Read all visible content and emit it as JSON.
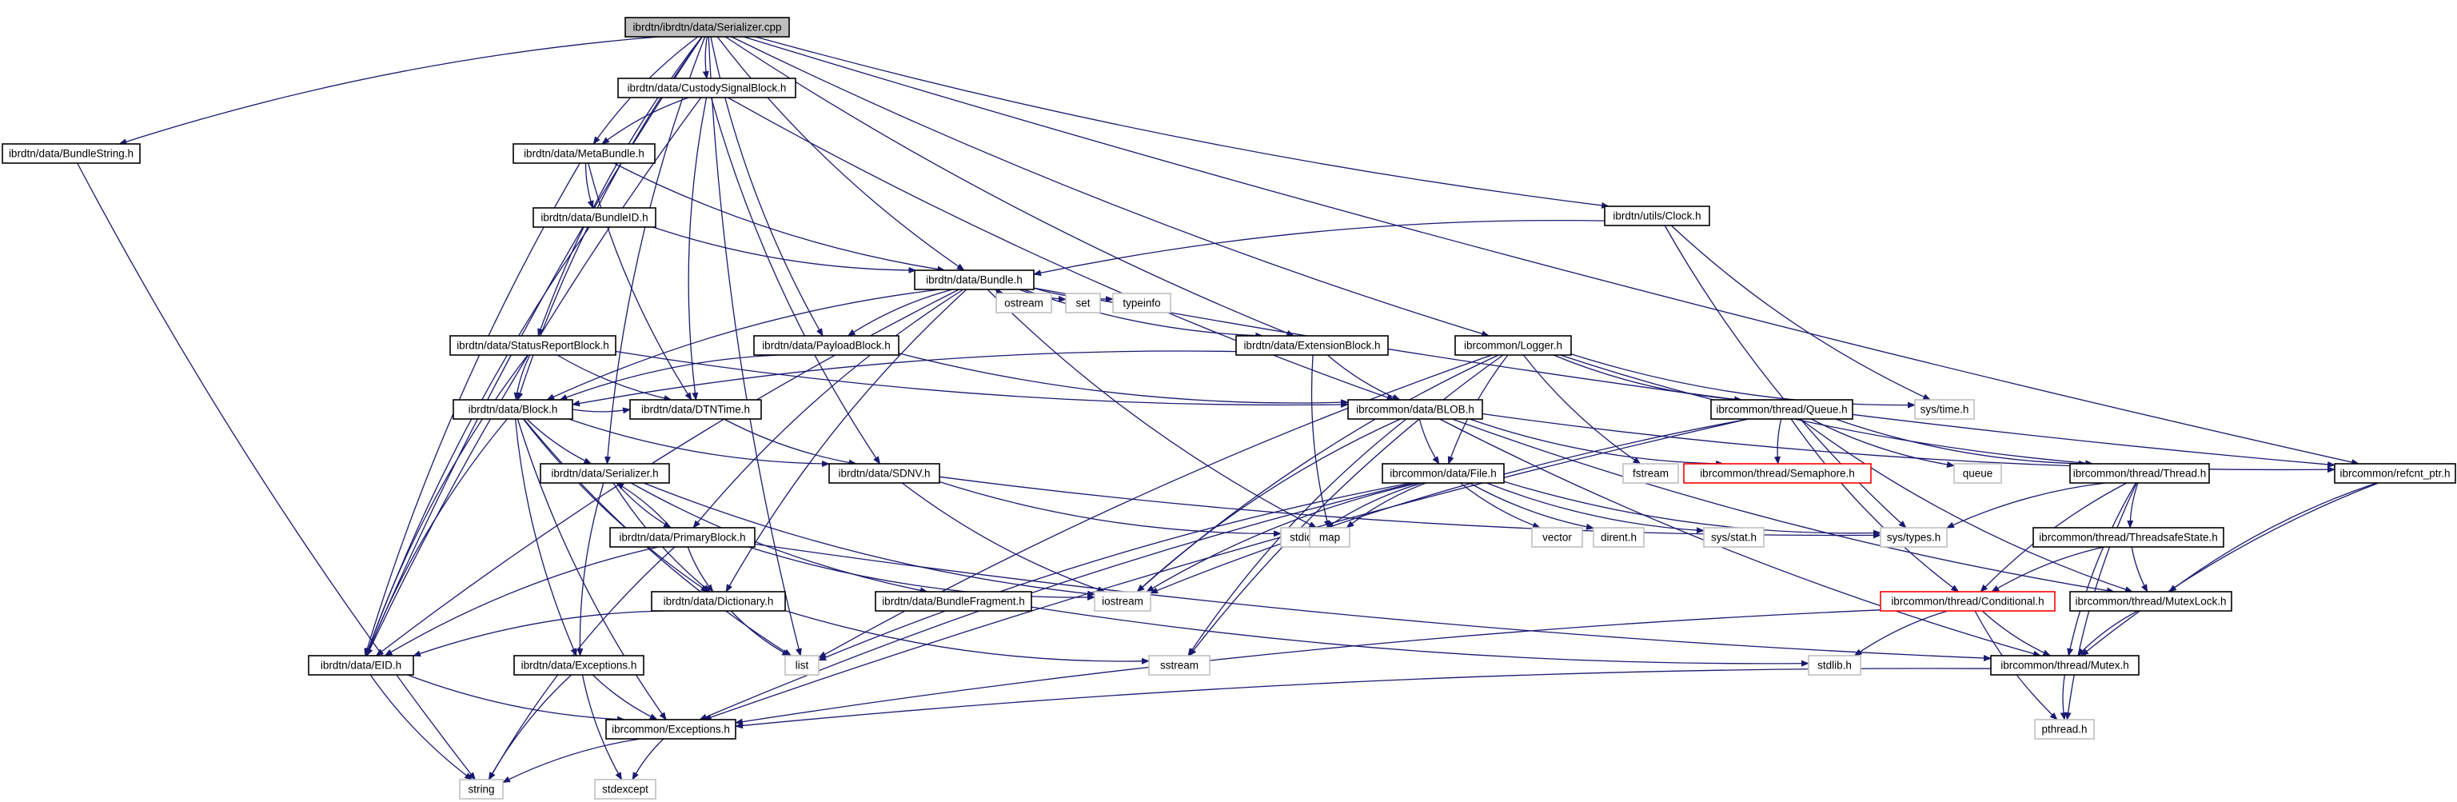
{
  "title": "ibrdtn/ibrdtn/data/Serializer.cpp",
  "colors": {
    "edge": "#191970",
    "box_normal": "#000000",
    "box_external": "#bfbfbf",
    "box_truncated": "#ff0000",
    "root_fill": "#bfbfbf",
    "label": "#000000"
  },
  "nodes": [
    {
      "id": "root",
      "label": "ibrdtn/ibrdtn/data/Serializer.cpp",
      "kind": "root"
    },
    {
      "id": "bundlestring",
      "label": "ibrdtn/data/BundleString.h",
      "kind": "normal"
    },
    {
      "id": "custodysignal",
      "label": "ibrdtn/data/CustodySignalBlock.h",
      "kind": "normal"
    },
    {
      "id": "metabundle",
      "label": "ibrdtn/data/MetaBundle.h",
      "kind": "normal"
    },
    {
      "id": "bundleid",
      "label": "ibrdtn/data/BundleID.h",
      "kind": "normal"
    },
    {
      "id": "clock",
      "label": "ibrdtn/utils/Clock.h",
      "kind": "normal"
    },
    {
      "id": "bundle",
      "label": "ibrdtn/data/Bundle.h",
      "kind": "normal"
    },
    {
      "id": "statusreport",
      "label": "ibrdtn/data/StatusReportBlock.h",
      "kind": "normal"
    },
    {
      "id": "payloadblock",
      "label": "ibrdtn/data/PayloadBlock.h",
      "kind": "normal"
    },
    {
      "id": "ostream",
      "label": "ostream",
      "kind": "external"
    },
    {
      "id": "set",
      "label": "set",
      "kind": "external"
    },
    {
      "id": "typeinfo",
      "label": "typeinfo",
      "kind": "external"
    },
    {
      "id": "extensionblock",
      "label": "ibrdtn/data/ExtensionBlock.h",
      "kind": "normal"
    },
    {
      "id": "logger",
      "label": "ibrcommon/Logger.h",
      "kind": "normal"
    },
    {
      "id": "systime",
      "label": "sys/time.h",
      "kind": "external"
    },
    {
      "id": "block",
      "label": "ibrdtn/data/Block.h",
      "kind": "normal"
    },
    {
      "id": "dtntime",
      "label": "ibrdtn/data/DTNTime.h",
      "kind": "normal"
    },
    {
      "id": "blob",
      "label": "ibrcommon/data/BLOB.h",
      "kind": "normal"
    },
    {
      "id": "queue",
      "label": "ibrcommon/thread/Queue.h",
      "kind": "normal"
    },
    {
      "id": "refcnt",
      "label": "ibrcommon/refcnt_ptr.h",
      "kind": "normal"
    },
    {
      "id": "serializerh",
      "label": "ibrdtn/data/Serializer.h",
      "kind": "normal"
    },
    {
      "id": "sdnv",
      "label": "ibrdtn/data/SDNV.h",
      "kind": "normal"
    },
    {
      "id": "file",
      "label": "ibrcommon/data/File.h",
      "kind": "normal"
    },
    {
      "id": "fstream",
      "label": "fstream",
      "kind": "external"
    },
    {
      "id": "semaphore",
      "label": "ibrcommon/thread/Semaphore.h",
      "kind": "truncated"
    },
    {
      "id": "queuestd",
      "label": "queue",
      "kind": "external"
    },
    {
      "id": "thread",
      "label": "ibrcommon/thread/Thread.h",
      "kind": "normal"
    },
    {
      "id": "primaryblock",
      "label": "ibrdtn/data/PrimaryBlock.h",
      "kind": "normal"
    },
    {
      "id": "stdio",
      "label": "stdio.h",
      "kind": "external"
    },
    {
      "id": "map",
      "label": "map",
      "kind": "external"
    },
    {
      "id": "vector",
      "label": "vector",
      "kind": "external"
    },
    {
      "id": "dirent",
      "label": "dirent.h",
      "kind": "external"
    },
    {
      "id": "sysstat",
      "label": "sys/stat.h",
      "kind": "external"
    },
    {
      "id": "systypes",
      "label": "sys/types.h",
      "kind": "external"
    },
    {
      "id": "threadsafe",
      "label": "ibrcommon/thread/ThreadsafeState.h",
      "kind": "normal"
    },
    {
      "id": "dictionary",
      "label": "ibrdtn/data/Dictionary.h",
      "kind": "normal"
    },
    {
      "id": "bundlefragment",
      "label": "ibrdtn/data/BundleFragment.h",
      "kind": "normal"
    },
    {
      "id": "iostream",
      "label": "iostream",
      "kind": "external"
    },
    {
      "id": "conditional",
      "label": "ibrcommon/thread/Conditional.h",
      "kind": "truncated"
    },
    {
      "id": "mutexlock",
      "label": "ibrcommon/thread/MutexLock.h",
      "kind": "normal"
    },
    {
      "id": "eid",
      "label": "ibrdtn/data/EID.h",
      "kind": "normal"
    },
    {
      "id": "exceptionsdtn",
      "label": "ibrdtn/data/Exceptions.h",
      "kind": "normal"
    },
    {
      "id": "list",
      "label": "list",
      "kind": "external"
    },
    {
      "id": "sstream",
      "label": "sstream",
      "kind": "external"
    },
    {
      "id": "stdlib",
      "label": "stdlib.h",
      "kind": "external"
    },
    {
      "id": "mutex",
      "label": "ibrcommon/thread/Mutex.h",
      "kind": "normal"
    },
    {
      "id": "exceptionscommon",
      "label": "ibrcommon/Exceptions.h",
      "kind": "normal"
    },
    {
      "id": "pthread",
      "label": "pthread.h",
      "kind": "external"
    },
    {
      "id": "string",
      "label": "string",
      "kind": "external"
    },
    {
      "id": "stdexcept",
      "label": "stdexcept",
      "kind": "external"
    }
  ],
  "edges": [
    [
      "root",
      "bundlestring"
    ],
    [
      "root",
      "custodysignal"
    ],
    [
      "root",
      "metabundle"
    ],
    [
      "root",
      "bundle"
    ],
    [
      "root",
      "statusreport"
    ],
    [
      "root",
      "payloadblock"
    ],
    [
      "root",
      "extensionblock"
    ],
    [
      "root",
      "logger"
    ],
    [
      "root",
      "clock"
    ],
    [
      "root",
      "refcnt"
    ],
    [
      "root",
      "block"
    ],
    [
      "root",
      "serializerh"
    ],
    [
      "root",
      "eid"
    ],
    [
      "root",
      "list"
    ],
    [
      "bundlestring",
      "string"
    ],
    [
      "custodysignal",
      "metabundle"
    ],
    [
      "custodysignal",
      "dtntime"
    ],
    [
      "custodysignal",
      "sdnv"
    ],
    [
      "custodysignal",
      "blob"
    ],
    [
      "custodysignal",
      "eid"
    ],
    [
      "metabundle",
      "bundleid"
    ],
    [
      "metabundle",
      "bundle"
    ],
    [
      "metabundle",
      "dtntime"
    ],
    [
      "metabundle",
      "eid"
    ],
    [
      "bundleid",
      "bundle"
    ],
    [
      "bundleid",
      "eid"
    ],
    [
      "clock",
      "bundle"
    ],
    [
      "clock",
      "systime"
    ],
    [
      "clock",
      "systypes"
    ],
    [
      "bundle",
      "block"
    ],
    [
      "bundle",
      "payloadblock"
    ],
    [
      "bundle",
      "ostream"
    ],
    [
      "bundle",
      "set"
    ],
    [
      "bundle",
      "typeinfo"
    ],
    [
      "bundle",
      "extensionblock"
    ],
    [
      "bundle",
      "refcnt"
    ],
    [
      "bundle",
      "map"
    ],
    [
      "bundle",
      "primaryblock"
    ],
    [
      "bundle",
      "dictionary"
    ],
    [
      "bundle",
      "eid"
    ],
    [
      "statusreport",
      "block"
    ],
    [
      "statusreport",
      "dtntime"
    ],
    [
      "statusreport",
      "blob"
    ],
    [
      "statusreport",
      "eid"
    ],
    [
      "payloadblock",
      "block"
    ],
    [
      "payloadblock",
      "blob"
    ],
    [
      "extensionblock",
      "block"
    ],
    [
      "extensionblock",
      "blob"
    ],
    [
      "extensionblock",
      "map"
    ],
    [
      "logger",
      "queue"
    ],
    [
      "logger",
      "thread"
    ],
    [
      "logger",
      "systime"
    ],
    [
      "logger",
      "fstream"
    ],
    [
      "logger",
      "iostream"
    ],
    [
      "logger",
      "sstream"
    ],
    [
      "logger",
      "list"
    ],
    [
      "logger",
      "file"
    ],
    [
      "block",
      "dtntime"
    ],
    [
      "block",
      "sdnv"
    ],
    [
      "block",
      "serializerh"
    ],
    [
      "block",
      "exceptionsdtn"
    ],
    [
      "block",
      "exceptionscommon"
    ],
    [
      "block",
      "dictionary"
    ],
    [
      "block",
      "list"
    ],
    [
      "block",
      "eid"
    ],
    [
      "dtntime",
      "sdnv"
    ],
    [
      "blob",
      "file"
    ],
    [
      "blob",
      "semaphore"
    ],
    [
      "blob",
      "refcnt"
    ],
    [
      "blob",
      "mutex"
    ],
    [
      "blob",
      "iostream"
    ],
    [
      "blob",
      "sstream"
    ],
    [
      "blob",
      "mutexlock"
    ],
    [
      "queue",
      "semaphore"
    ],
    [
      "queue",
      "conditional"
    ],
    [
      "queue",
      "queuestd"
    ],
    [
      "queue",
      "thread"
    ],
    [
      "queue",
      "mutexlock"
    ],
    [
      "queue",
      "exceptionscommon"
    ],
    [
      "queue",
      "iostream"
    ],
    [
      "refcnt",
      "mutex"
    ],
    [
      "refcnt",
      "mutexlock"
    ],
    [
      "serializerh",
      "primaryblock"
    ],
    [
      "serializerh",
      "bundlefragment"
    ],
    [
      "serializerh",
      "exceptionsdtn"
    ],
    [
      "serializerh",
      "dictionary"
    ],
    [
      "serializerh",
      "iostream"
    ],
    [
      "sdnv",
      "iostream"
    ],
    [
      "sdnv",
      "stdio"
    ],
    [
      "sdnv",
      "systypes"
    ],
    [
      "file",
      "stdio"
    ],
    [
      "file",
      "map"
    ],
    [
      "file",
      "vector"
    ],
    [
      "file",
      "dirent"
    ],
    [
      "file",
      "sysstat"
    ],
    [
      "file",
      "systypes"
    ],
    [
      "file",
      "iostream"
    ],
    [
      "file",
      "list"
    ],
    [
      "file",
      "exceptionscommon"
    ],
    [
      "thread",
      "threadsafe"
    ],
    [
      "thread",
      "conditional"
    ],
    [
      "thread",
      "mutex"
    ],
    [
      "thread",
      "systypes"
    ],
    [
      "thread",
      "pthread"
    ],
    [
      "primaryblock",
      "serializerh"
    ],
    [
      "primaryblock",
      "dictionary"
    ],
    [
      "primaryblock",
      "eid"
    ],
    [
      "primaryblock",
      "iostream"
    ],
    [
      "primaryblock",
      "string"
    ],
    [
      "primaryblock",
      "mutex"
    ],
    [
      "threadsafe",
      "conditional"
    ],
    [
      "threadsafe",
      "mutexlock"
    ],
    [
      "dictionary",
      "eid"
    ],
    [
      "dictionary",
      "list"
    ],
    [
      "dictionary",
      "sstream"
    ],
    [
      "bundlefragment",
      "stdlib"
    ],
    [
      "conditional",
      "mutex"
    ],
    [
      "conditional",
      "exceptionscommon"
    ],
    [
      "conditional",
      "pthread"
    ],
    [
      "conditional",
      "stdlib"
    ],
    [
      "mutexlock",
      "mutex"
    ],
    [
      "eid",
      "exceptionscommon"
    ],
    [
      "eid",
      "string"
    ],
    [
      "exceptionsdtn",
      "exceptionscommon"
    ],
    [
      "exceptionsdtn",
      "string"
    ],
    [
      "exceptionsdtn",
      "stdexcept"
    ],
    [
      "mutex",
      "exceptionscommon"
    ],
    [
      "mutex",
      "pthread"
    ],
    [
      "exceptionscommon",
      "string"
    ],
    [
      "exceptionscommon",
      "stdexcept"
    ]
  ]
}
